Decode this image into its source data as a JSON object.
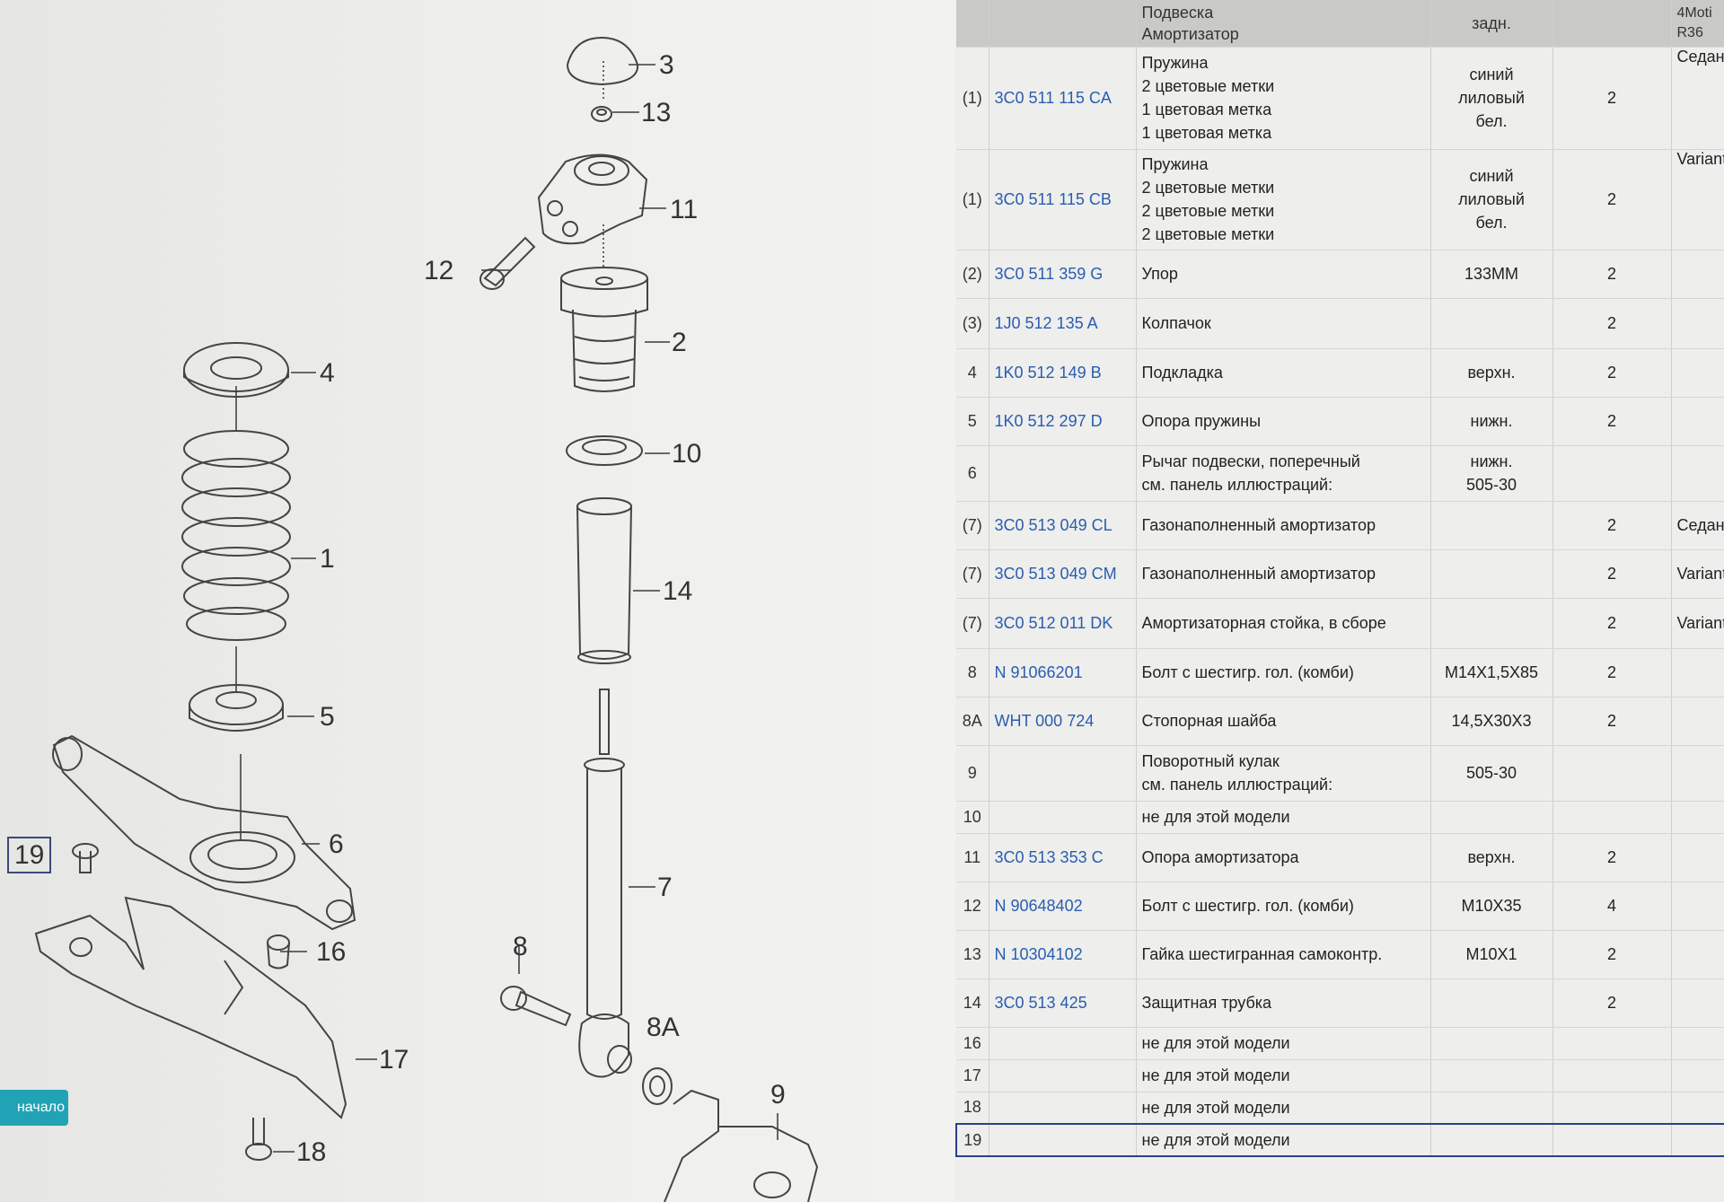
{
  "diagram": {
    "callouts": [
      "3",
      "13",
      "11",
      "12",
      "2",
      "4",
      "10",
      "1",
      "14",
      "5",
      "6",
      "19",
      "16",
      "7",
      "8",
      "8A",
      "17",
      "9",
      "18"
    ],
    "start_button": "начало"
  },
  "table": {
    "header": {
      "name_line1": "Подвеска",
      "name_line2": "Амортизатор",
      "note": "задн.",
      "variant_line1": "4Moti",
      "variant_line2": "R36"
    },
    "rows": [
      {
        "pos": "(1)",
        "number": "3C0 511 115 CA",
        "name": [
          "Пружина",
          "2 цветовые метки",
          "1 цветовая метка",
          "1 цветовая метка"
        ],
        "note": [
          "синий",
          "лиловый",
          "бел."
        ],
        "qty": "2",
        "variant": "Седан"
      },
      {
        "pos": "(1)",
        "number": "3C0 511 115 CB",
        "name": [
          "Пружина",
          "2 цветовые метки",
          "2 цветовые метки",
          "2 цветовые метки"
        ],
        "note": [
          "синий",
          "лиловый",
          "бел."
        ],
        "qty": "2",
        "variant": "Variant"
      },
      {
        "pos": "(2)",
        "number": "3C0 511 359 G",
        "name": [
          "Упор"
        ],
        "note": [
          "133MM"
        ],
        "qty": "2",
        "variant": ""
      },
      {
        "pos": "(3)",
        "number": "1J0 512 135 A",
        "name": [
          "Колпачок"
        ],
        "note": [
          ""
        ],
        "qty": "2",
        "variant": ""
      },
      {
        "pos": "4",
        "number": "1K0 512 149 B",
        "name": [
          "Подкладка"
        ],
        "note": [
          "верхн."
        ],
        "qty": "2",
        "variant": ""
      },
      {
        "pos": "5",
        "number": "1K0 512 297 D",
        "name": [
          "Опора пружины"
        ],
        "note": [
          "нижн."
        ],
        "qty": "2",
        "variant": ""
      },
      {
        "pos": "6",
        "number": "",
        "name": [
          "Рычаг подвески, поперечный",
          "см. панель иллюстраций:"
        ],
        "note": [
          "нижн.",
          "505-30"
        ],
        "qty": "",
        "variant": ""
      },
      {
        "pos": "(7)",
        "number": "3C0 513 049 CL",
        "name": [
          "Газонаполненный амортизатор"
        ],
        "note": [
          ""
        ],
        "qty": "2",
        "variant": "Седан"
      },
      {
        "pos": "(7)",
        "number": "3C0 513 049 CM",
        "name": [
          "Газонаполненный амортизатор"
        ],
        "note": [
          ""
        ],
        "qty": "2",
        "variant": "Variant"
      },
      {
        "pos": "(7)",
        "number": "3C0 512 011 DK",
        "name": [
          "Амортизаторная стойка, в сборе"
        ],
        "note": [
          ""
        ],
        "qty": "2",
        "variant": "Variant"
      },
      {
        "pos": "8",
        "number": "N  91066201",
        "name": [
          "Болт с шестигр. гол. (комби)"
        ],
        "note": [
          "M14X1,5X85"
        ],
        "qty": "2",
        "variant": ""
      },
      {
        "pos": "8A",
        "number": "WHT 000 724",
        "name": [
          "Стопорная шайба"
        ],
        "note": [
          "14,5X30X3"
        ],
        "qty": "2",
        "variant": ""
      },
      {
        "pos": "9",
        "number": "",
        "name": [
          "Поворотный кулак",
          "см. панель иллюстраций:"
        ],
        "note": [
          "505-30"
        ],
        "qty": "",
        "variant": ""
      },
      {
        "pos": "10",
        "number": "",
        "name": [
          "не для этой модели"
        ],
        "note": [
          ""
        ],
        "qty": "",
        "variant": ""
      },
      {
        "pos": "11",
        "number": "3C0 513 353 C",
        "name": [
          "Опора амортизатора"
        ],
        "note": [
          "верхн."
        ],
        "qty": "2",
        "variant": ""
      },
      {
        "pos": "12",
        "number": "N  90648402",
        "name": [
          "Болт с шестигр. гол. (комби)"
        ],
        "note": [
          "M10X35"
        ],
        "qty": "4",
        "variant": ""
      },
      {
        "pos": "13",
        "number": "N  10304102",
        "name": [
          "Гайка шестигранная самоконтр."
        ],
        "note": [
          "M10X1"
        ],
        "qty": "2",
        "variant": ""
      },
      {
        "pos": "14",
        "number": "3C0 513 425",
        "name": [
          "Защитная трубка"
        ],
        "note": [
          ""
        ],
        "qty": "2",
        "variant": ""
      },
      {
        "pos": "16",
        "number": "",
        "name": [
          "не для этой модели"
        ],
        "note": [
          ""
        ],
        "qty": "",
        "variant": ""
      },
      {
        "pos": "17",
        "number": "",
        "name": [
          "не для этой модели"
        ],
        "note": [
          ""
        ],
        "qty": "",
        "variant": ""
      },
      {
        "pos": "18",
        "number": "",
        "name": [
          "не для этой модели"
        ],
        "note": [
          ""
        ],
        "qty": "",
        "variant": ""
      },
      {
        "pos": "19",
        "number": "",
        "name": [
          "не для этой модели"
        ],
        "note": [
          ""
        ],
        "qty": "",
        "variant": ""
      }
    ]
  }
}
